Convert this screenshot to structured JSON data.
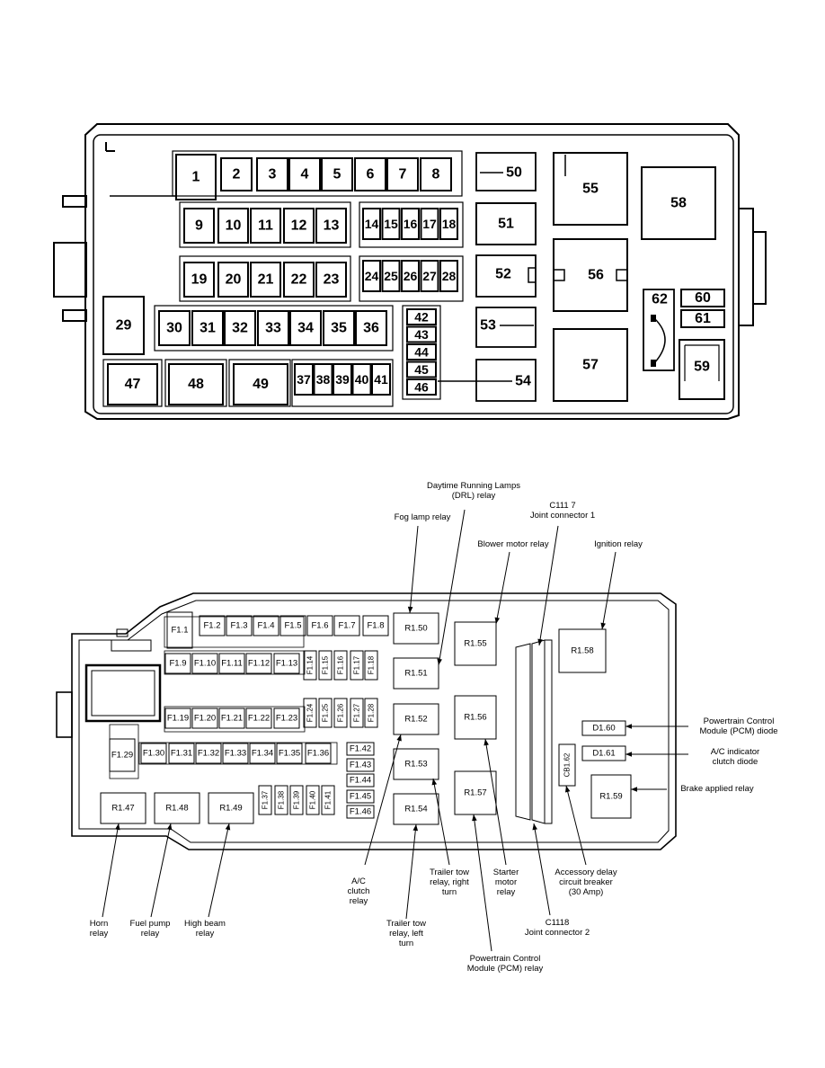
{
  "top_diagram": {
    "slots": [
      "1",
      "2",
      "3",
      "4",
      "5",
      "6",
      "7",
      "8",
      "9",
      "10",
      "11",
      "12",
      "13",
      "14",
      "15",
      "16",
      "17",
      "18",
      "19",
      "20",
      "21",
      "22",
      "23",
      "24",
      "25",
      "26",
      "27",
      "28",
      "29",
      "30",
      "31",
      "32",
      "33",
      "34",
      "35",
      "36",
      "37",
      "38",
      "39",
      "40",
      "41",
      "42",
      "43",
      "44",
      "45",
      "46",
      "47",
      "48",
      "49",
      "50",
      "51",
      "52",
      "53",
      "54",
      "55",
      "56",
      "57",
      "58",
      "59",
      "60",
      "61",
      "62"
    ]
  },
  "bottom_diagram": {
    "fuses": [
      "F1.1",
      "F1.2",
      "F1.3",
      "F1.4",
      "F1.5",
      "F1.6",
      "F1.7",
      "F1.8",
      "F1.9",
      "F1.10",
      "F1.11",
      "F1.12",
      "F1.13",
      "F1.14",
      "F1.15",
      "F1.16",
      "F1.17",
      "F1.18",
      "F1.19",
      "F1.20",
      "F1.21",
      "F1.22",
      "F1.23",
      "F1.24",
      "F1.25",
      "F1.26",
      "F1.27",
      "F1.28",
      "F1.29",
      "F1.30",
      "F1.31",
      "F1.32",
      "F1.33",
      "F1.34",
      "F1.35",
      "F1.36",
      "F1.37",
      "F1.38",
      "F1.39",
      "F1.40",
      "F1.41",
      "F1.42",
      "F1.43",
      "F1.44",
      "F1.45",
      "F1.46"
    ],
    "relays": [
      "R1.47",
      "R1.48",
      "R1.49",
      "R1.50",
      "R1.51",
      "R1.52",
      "R1.53",
      "R1.54",
      "R1.55",
      "R1.56",
      "R1.57",
      "R1.58",
      "R1.59"
    ],
    "diodes": [
      "D1.60",
      "D1.61"
    ],
    "breaker": "CB1.62",
    "callouts": {
      "drl": [
        "Daytime Running Lamps",
        "(DRL) relay"
      ],
      "fog": [
        "Fog lamp relay"
      ],
      "c1117": [
        "C111 7",
        "Joint connector 1"
      ],
      "blower": [
        "Blower motor relay"
      ],
      "ignition": [
        "Ignition relay"
      ],
      "pcm_diode": [
        "Powertrain Control",
        "Module (PCM) diode"
      ],
      "ac_diode": [
        "A/C indicator",
        "clutch diode"
      ],
      "brake": [
        "Brake applied relay"
      ],
      "horn": [
        "Horn",
        "relay"
      ],
      "fuel": [
        "Fuel pump",
        "relay"
      ],
      "highbeam": [
        "High beam",
        "relay"
      ],
      "ac_clutch": [
        "A/C",
        "clutch",
        "relay"
      ],
      "tow_left": [
        "Trailer tow",
        "relay, left",
        "turn"
      ],
      "tow_right": [
        "Trailer tow",
        "relay, right",
        "turn"
      ],
      "pcm_relay": [
        "Powertrain Control",
        "Module (PCM) relay"
      ],
      "starter": [
        "Starter",
        "motor",
        "relay"
      ],
      "c1118": [
        "C1118",
        "Joint connector 2"
      ],
      "acc_delay": [
        "Accessory delay",
        "circuit breaker",
        "(30 Amp)"
      ]
    }
  }
}
